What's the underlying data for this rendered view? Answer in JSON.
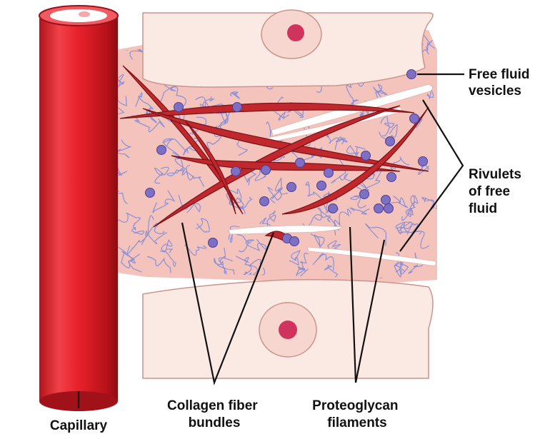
{
  "labels": {
    "free_fluid_vesicles": [
      "Free fluid",
      "vesicles"
    ],
    "rivulets": [
      "Rivulets",
      "of free",
      "fluid"
    ],
    "collagen": [
      "Collagen fiber",
      "bundles"
    ],
    "proteoglycan": [
      "Proteoglycan",
      "filaments"
    ],
    "capillary": "Capillary"
  },
  "colors": {
    "capillary_red": "#e8202a",
    "capillary_dark": "#9e1018",
    "tissue_pink": "#f4c4bc",
    "cell_fill": "#fbe9e4",
    "cell_outline": "#c9948c",
    "collagen": "#c0282e",
    "collagen_dark": "#7a1216",
    "proteoglycan": "#8a8fd6",
    "vesicle": "#7d6fc4",
    "nucleus": "#d0345e"
  },
  "icons": [
    "capillary-tube",
    "cell-upper",
    "cell-lower",
    "collagen-fibers",
    "proteoglycan-mesh",
    "fluid-vesicles",
    "fluid-rivulets"
  ]
}
